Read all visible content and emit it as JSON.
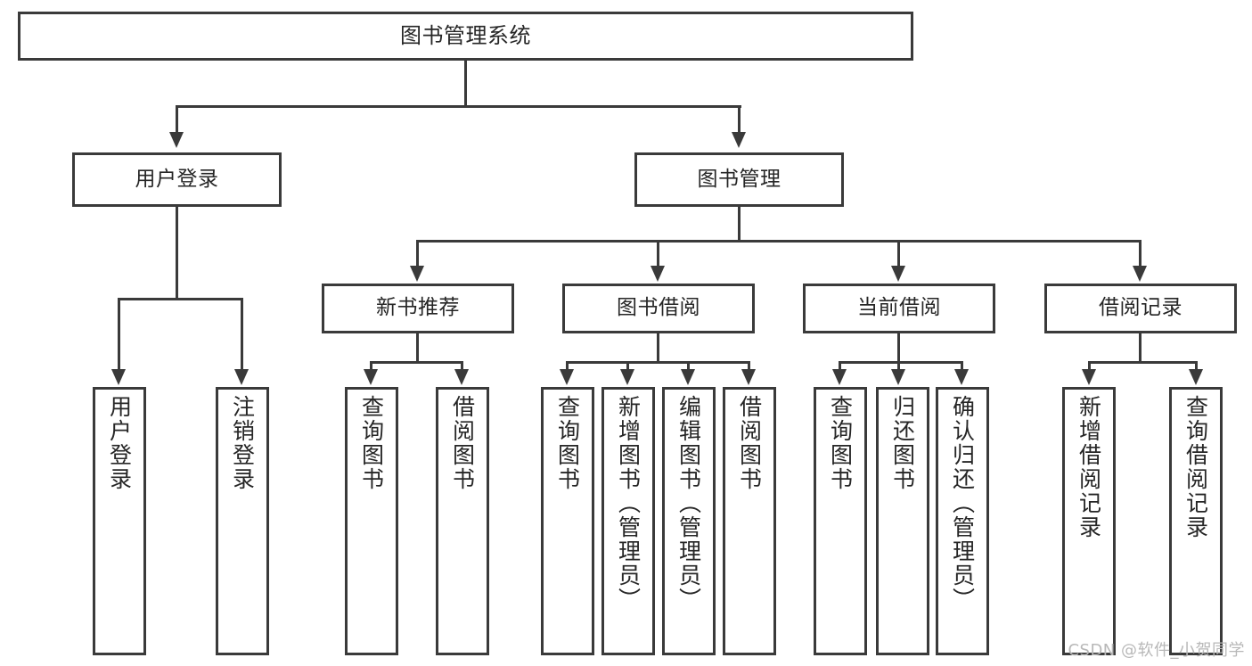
{
  "diagram": {
    "type": "tree",
    "title": "图书管理系统",
    "root": {
      "label": "图书管理系统"
    },
    "level2": [
      {
        "id": "user-login",
        "label": "用户登录"
      },
      {
        "id": "book-manage",
        "label": "图书管理"
      }
    ],
    "level3": [
      {
        "id": "new-book-rec",
        "label": "新书推荐",
        "parent": "book-manage"
      },
      {
        "id": "book-borrow",
        "label": "图书借阅",
        "parent": "book-manage"
      },
      {
        "id": "current-borrow",
        "label": "当前借阅",
        "parent": "book-manage"
      },
      {
        "id": "borrow-record",
        "label": "借阅记录",
        "parent": "book-manage"
      }
    ],
    "leaves": [
      {
        "id": "leaf-user-login",
        "label": "用户登录",
        "parent": "user-login"
      },
      {
        "id": "leaf-logout",
        "label": "注销登录",
        "parent": "user-login"
      },
      {
        "id": "leaf-query-book-1",
        "label": "查询图书",
        "parent": "new-book-rec"
      },
      {
        "id": "leaf-borrow-book-1",
        "label": "借阅图书",
        "parent": "new-book-rec"
      },
      {
        "id": "leaf-query-book-2",
        "label": "查询图书",
        "parent": "book-borrow"
      },
      {
        "id": "leaf-add-book",
        "label": "新增图书（管理员）",
        "parent": "book-borrow"
      },
      {
        "id": "leaf-edit-book",
        "label": "编辑图书（管理员）",
        "parent": "book-borrow"
      },
      {
        "id": "leaf-borrow-book-2",
        "label": "借阅图书",
        "parent": "book-borrow"
      },
      {
        "id": "leaf-query-book-3",
        "label": "查询图书",
        "parent": "current-borrow"
      },
      {
        "id": "leaf-return-book",
        "label": "归还图书",
        "parent": "current-borrow"
      },
      {
        "id": "leaf-confirm-return",
        "label": "确认归还（管理员）",
        "parent": "current-borrow"
      },
      {
        "id": "leaf-add-record",
        "label": "新增借阅记录",
        "parent": "borrow-record"
      },
      {
        "id": "leaf-query-record",
        "label": "查询借阅记录",
        "parent": "borrow-record"
      }
    ]
  },
  "watermark": {
    "text": "CSDN @软件_小贺同学"
  },
  "colors": {
    "stroke": "#3a3a3a",
    "text": "#262626",
    "background": "#ffffff",
    "watermark": "#b8b8b8"
  }
}
